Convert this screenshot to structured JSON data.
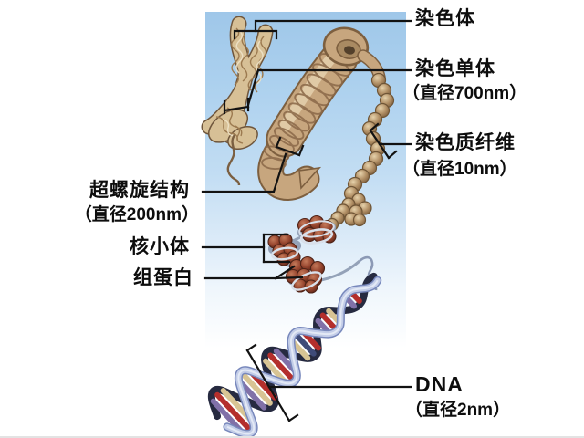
{
  "labels": {
    "chromosome": {
      "text": "染色体"
    },
    "chromatid": {
      "text": "染色单体",
      "diameter": "（直径700nm）"
    },
    "chromatin_fiber": {
      "text": "染色质纤维",
      "diameter": "（直径10nm）"
    },
    "supercoil": {
      "text": "超螺旋结构",
      "diameter": "（直径200nm）"
    },
    "nucleosome": {
      "text": "核小体"
    },
    "histone": {
      "text": "组蛋白"
    },
    "dna": {
      "text": "DNA",
      "diameter": "（直径2nm）"
    }
  },
  "colors": {
    "panel_top": "#9fc7e9",
    "panel_bottom": "#ffffff",
    "leader_line": "#121212",
    "chromosome_tan": "#d7c096",
    "coil_tan": "#c7a67e",
    "bead_tan": "#b29066",
    "nucleosome_red": "#9a4f38",
    "dna_strand_light": "#c3cde8",
    "dna_strand_dark": "#262a40",
    "base_red": "#b42f2c",
    "base_tan": "#d8c494",
    "base_purple": "#8171a8",
    "base_slate": "#3f4b78"
  }
}
